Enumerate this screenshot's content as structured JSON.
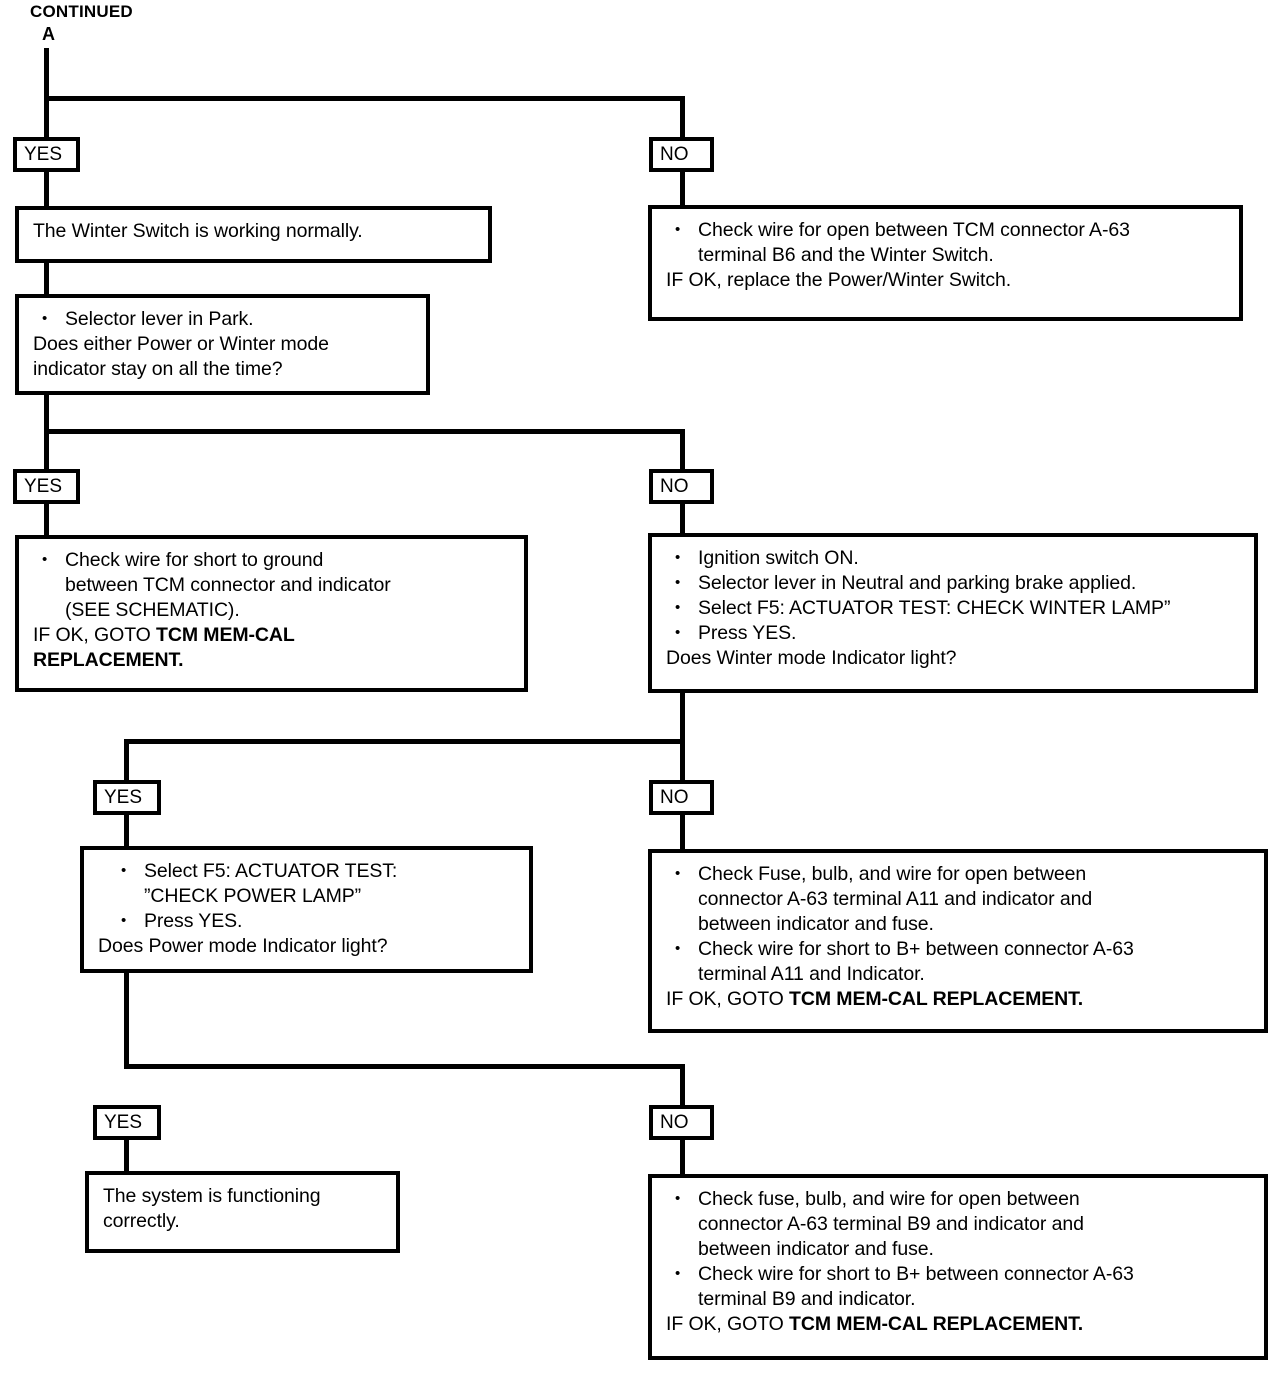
{
  "header": {
    "continued": "CONTINUED",
    "node_label": "A"
  },
  "branch_labels": {
    "yes": "YES",
    "no": "NO"
  },
  "chart_data": {
    "type": "flowchart",
    "title": "Power/Winter Switch diagnostic flowchart (continued from A)",
    "orientation": "top-down",
    "nodes": [
      {
        "id": "n1",
        "type": "result",
        "branch": "YES",
        "lines": [
          "The Winter Switch is working normally."
        ]
      },
      {
        "id": "n2",
        "type": "action",
        "branch": "NO",
        "bullets": [
          "Check wire for open between TCM connector A-63 terminal B6 and the Winter Switch."
        ],
        "footer": "IF OK, replace the Power/Winter Switch."
      },
      {
        "id": "n3",
        "type": "question",
        "bullets": [
          "Selector lever in Park."
        ],
        "question": "Does either Power or Winter mode indicator stay on all the time?"
      },
      {
        "id": "n4",
        "type": "action",
        "branch": "YES",
        "bullets": [
          "Check wire for short to ground between TCM connector and indicator (SEE SCHEMATIC)."
        ],
        "footer_prefix": "IF OK, GOTO ",
        "footer_bold": "TCM MEM-CAL REPLACEMENT."
      },
      {
        "id": "n5",
        "type": "question",
        "branch": "NO",
        "bullets": [
          "Ignition switch ON.",
          "Selector lever in Neutral and parking brake applied.",
          "Select F5:  ACTUATOR TEST: CHECK WINTER LAMP”",
          "Press YES."
        ],
        "question": "Does Winter mode Indicator light?"
      },
      {
        "id": "n6",
        "type": "question",
        "branch": "YES",
        "bullets": [
          "Select F5: ACTUATOR TEST: ”CHECK POWER LAMP”",
          "Press YES."
        ],
        "question": "Does Power mode Indicator light?"
      },
      {
        "id": "n7",
        "type": "action",
        "branch": "NO",
        "bullets": [
          "Check Fuse, bulb, and wire for open between connector A-63 terminal A11 and indicator and between indicator and fuse.",
          "Check wire for short to B+ between connector A-63 terminal A11 and Indicator."
        ],
        "footer_prefix": "IF OK, GOTO ",
        "footer_bold": "TCM MEM-CAL REPLACEMENT."
      },
      {
        "id": "n8",
        "type": "result",
        "branch": "YES",
        "lines": [
          "The system is functioning",
          "correctly."
        ]
      },
      {
        "id": "n9",
        "type": "action",
        "branch": "NO",
        "bullets": [
          "Check fuse, bulb, and wire for open between connector A-63 terminal B9 and indicator and between indicator and fuse.",
          "Check wire for short to B+ between connector A-63 terminal B9 and indicator."
        ],
        "footer_prefix": "IF OK, GOTO ",
        "footer_bold": "TCM MEM-CAL REPLACEMENT."
      }
    ]
  },
  "boxes": {
    "winter_switch_normal": {
      "line1": "The Winter Switch is working normally."
    },
    "check_open_b6": {
      "bullet1_l1": "Check wire for open between TCM connector A-63",
      "bullet1_l2": "terminal B6 and the Winter Switch.",
      "footer": "IF OK, replace the Power/Winter Switch."
    },
    "selector_park": {
      "bullet1": "Selector lever in Park.",
      "q_l1": "Does either Power or Winter mode",
      "q_l2": "indicator stay on all the time?"
    },
    "short_to_ground": {
      "bullet1_l1": "Check wire for short to ground",
      "bullet1_l2": "between TCM connector and indicator",
      "bullet1_l3": "(SEE SCHEMATIC).",
      "footer_prefix": "IF OK, GOTO ",
      "footer_bold_l1": "TCM MEM-CAL",
      "footer_bold_l2": "REPLACEMENT."
    },
    "winter_lamp_test": {
      "bullet1": "Ignition switch ON.",
      "bullet2": "Selector lever in Neutral and parking brake applied.",
      "bullet3": "Select F5:  ACTUATOR TEST: CHECK WINTER LAMP”",
      "bullet4": "Press YES.",
      "question": "Does Winter mode Indicator light?"
    },
    "power_lamp_test": {
      "bullet1_l1": "Select F5: ACTUATOR TEST:",
      "bullet1_l2": "”CHECK POWER LAMP”",
      "bullet2": "Press YES.",
      "question": "Does Power mode Indicator light?"
    },
    "check_a11": {
      "bullet1_l1": "Check Fuse, bulb, and wire for open between",
      "bullet1_l2": "connector A-63 terminal A11 and indicator and",
      "bullet1_l3": "between indicator and fuse.",
      "bullet2_l1": "Check wire for short to B+ between connector A-63",
      "bullet2_l2": "terminal A11 and Indicator.",
      "footer_prefix": "IF OK, GOTO ",
      "footer_bold": "TCM MEM-CAL REPLACEMENT."
    },
    "system_ok": {
      "line1": "The system is functioning",
      "line2": "correctly."
    },
    "check_b9": {
      "bullet1_l1": "Check fuse, bulb, and wire for open between",
      "bullet1_l2": "connector A-63 terminal B9 and indicator and",
      "bullet1_l3": "between indicator and fuse.",
      "bullet2_l1": "Check wire for short to B+ between connector A-63",
      "bullet2_l2": "terminal B9 and indicator.",
      "footer_prefix": "IF OK, GOTO ",
      "footer_bold": "TCM MEM-CAL REPLACEMENT."
    }
  }
}
